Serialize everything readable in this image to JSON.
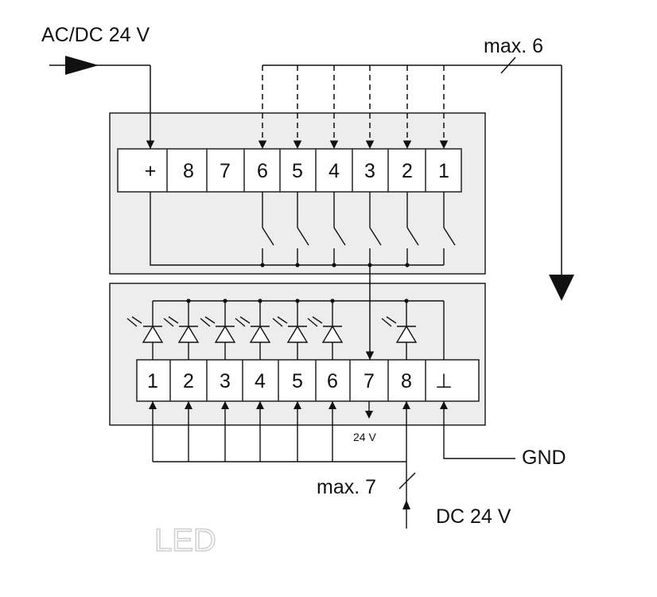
{
  "labels": {
    "input_supply": "AC/DC 24 V",
    "max_inputs": "max. 6",
    "output_24v": "24 V",
    "ground": "GND",
    "max_outputs": "max. 7",
    "dc_supply": "DC 24 V",
    "watermark": "LED"
  },
  "top_terminals": [
    "+",
    "8",
    "7",
    "6",
    "5",
    "4",
    "3",
    "2",
    "1"
  ],
  "bottom_terminals": [
    "1",
    "2",
    "3",
    "4",
    "5",
    "6",
    "7",
    "8",
    "⊥"
  ]
}
